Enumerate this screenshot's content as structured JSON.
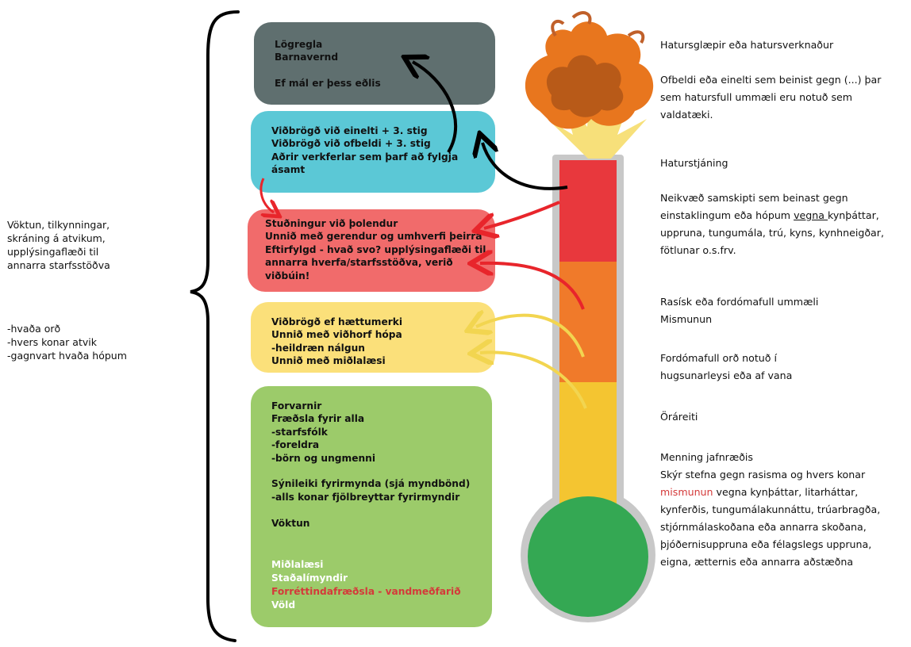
{
  "left_note": {
    "block1": [
      "Vöktun, tilkynningar,",
      "skráning á atvikum,",
      "upplýsingaflæði til",
      "annarra starfsstöðva"
    ],
    "block2": [
      "-hvaða orð",
      "-hvers konar atvik",
      "-gagnvart hvaða hópum"
    ]
  },
  "boxes": {
    "police": [
      "Lögregla",
      "Barnavernd",
      "",
      "Ef mál er þess eðlis"
    ],
    "teal": [
      "Viðbrögð við einelti + 3. stig",
      "Viðbrögð við ofbeldi + 3. stig",
      "Aðrir verkferlar sem þarf að fylgja",
      "ásamt"
    ],
    "red": [
      "Stuðningur við þolendur",
      "Unnið með gerendur og umhverfi þeirra",
      "Eftirfylgd  - hvað svo? upplýsingaflæði til",
      "annarra hverfa/starfsstöðva, verið",
      "viðbúin!"
    ],
    "yellow": [
      "Viðbrögð ef hættumerki",
      "Unnið með viðhorf hópa",
      "-heildræn nálgun",
      "Unnið með miðlalæsi"
    ],
    "green": [
      "Forvarnir",
      "Fræðsla fyrir alla",
      "-starfsfólk",
      "-foreldra",
      "-börn og ungmenni",
      "",
      "Sýnileiki fyrirmynda (sjá myndbönd)",
      "-alls konar fjölbreyttar fyrirmyndir",
      "",
      "Vöktun",
      ""
    ],
    "green_tail": [
      "Miðlalæsi",
      "Staðalímyndir",
      "Forréttindafræðsla - vandmeðfarið",
      "Völd"
    ]
  },
  "right_text": {
    "crime": [
      "Hatursglæpir eða hatursverknaður",
      "",
      "Ofbeldi eða einelti sem beinist gegn (...) þar",
      "sem hatursfull ummæli eru notuð sem",
      "valdatæki."
    ],
    "expression": [
      "Haturstjáning",
      "",
      "Neikvæð samskipti sem beinast gegn"
    ],
    "expr_l1_pre": "einstaklingum eða hópum ",
    "expr_l1_u": "vegna ",
    "expr_l1_post": "kynþáttar,",
    "expr_rest": [
      "uppruna, tungumála, trú, kyns, kynhneigðar,",
      "fötlunar o.s.frv."
    ],
    "racist": [
      "Rasísk eða fordómafull ummæli",
      "Mismunun"
    ],
    "prejudiced": [
      "Fordómafull orð notuð í",
      "hugsunarleysi eða af vana"
    ],
    "micro": [
      "Öráreiti"
    ],
    "culture": [
      "Menning jafnræðis",
      "Skýr stefna gegn rasisma og hvers konar"
    ],
    "culture_hl": "mismunun",
    "culture_after": " vegna kynþáttar, litarháttar,",
    "culture_rest": [
      "kynferðis, tungumálakunnáttu, trúarbragða,",
      "stjórnmálaskoðana eða annarra skoðana,",
      "þjóðernisuppruna eða félagslegs uppruna,",
      "eigna, ætternis eða annarra aðstæðna"
    ]
  },
  "colors": {
    "police": "#5f6f6f",
    "teal": "#5bc8d6",
    "red": "#f16b6b",
    "yellow": "#fbe07a",
    "green": "#9ccb6a",
    "thermo_red": "#e8383d",
    "thermo_orange": "#f07a2a",
    "thermo_yellow": "#f4c531",
    "thermo_green": "#34a853",
    "highlight": "#d43a3a"
  }
}
